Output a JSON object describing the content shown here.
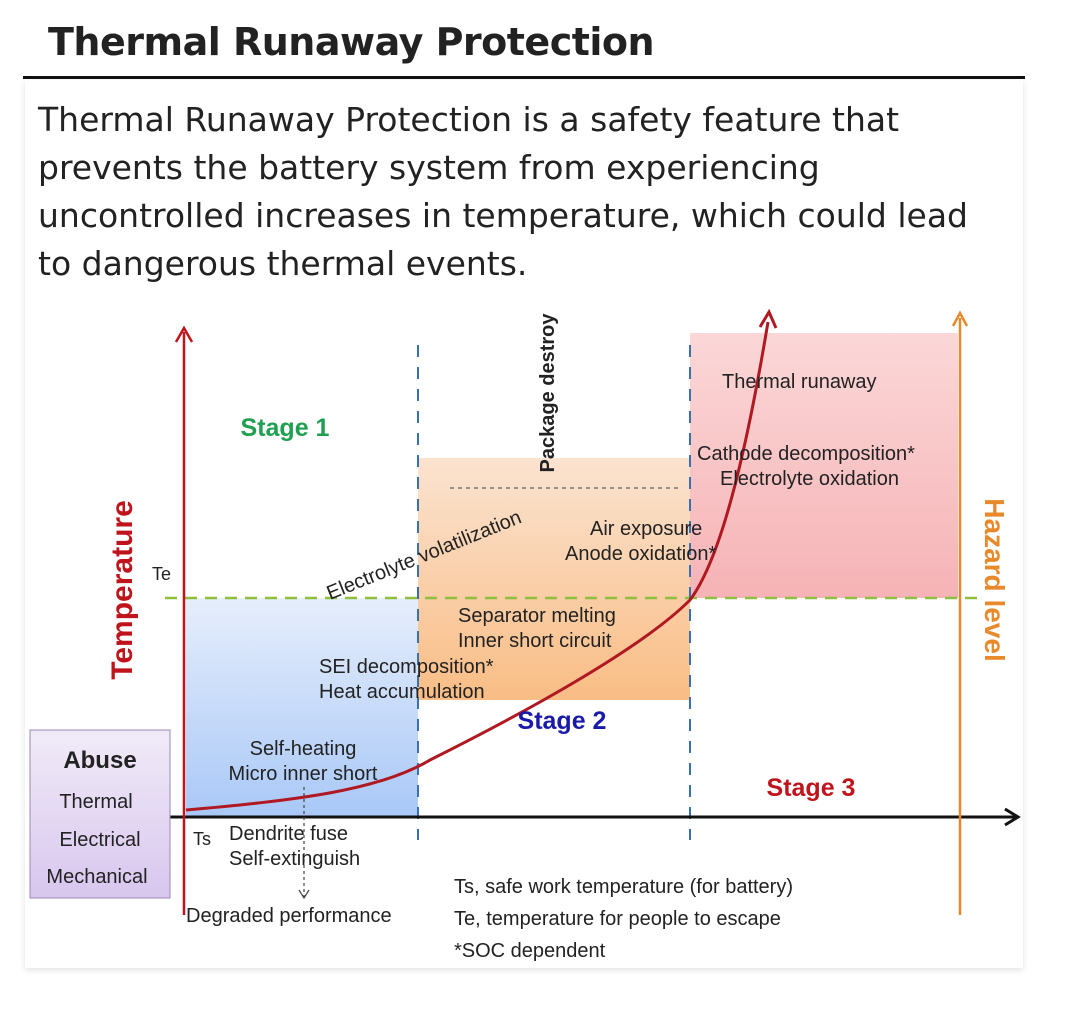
{
  "header": {
    "title": "Thermal Runaway Protection"
  },
  "description": "Thermal Runaway Protection is a safety feature that prevents the battery system from experiencing uncontrolled increases in temperature, which could lead to dangerous thermal events.",
  "diagram": {
    "y_axis_label": "Temperature",
    "right_axis_label": "Hazard level",
    "te_label": "Te",
    "ts_label": "Ts",
    "package_destroy": "Package destroy",
    "stages": {
      "stage1": "Stage 1",
      "stage2": "Stage 2",
      "stage3": "Stage 3"
    },
    "stage1_events": [
      "Self-heating",
      "Micro inner short"
    ],
    "below_axis": [
      "Dendrite fuse",
      "Self-extinguish",
      "Degraded performance"
    ],
    "stage2_events": [
      "SEI decomposition*",
      "Heat accumulation",
      "Separator melting",
      "Inner short circuit",
      "Electrolyte volatilization",
      "Air exposure",
      "Anode oxidation*"
    ],
    "stage3_events": [
      "Thermal runaway",
      "Cathode decomposition*",
      "Electrolyte oxidation"
    ],
    "abuse": {
      "title": "Abuse",
      "types": [
        "Thermal",
        "Electrical",
        "Mechanical"
      ]
    },
    "legend": [
      "Ts, safe work temperature (for battery)",
      "Te, temperature for people to escape",
      "*SOC dependent"
    ],
    "colors": {
      "temperature": "#c0141c",
      "hazard": "#e8892b",
      "stage1": "#1fa050",
      "stage2": "#1a1aa8",
      "stage3": "#c0141c",
      "te_line": "#8fbf3f",
      "stage_divider": "#3a6fb0"
    }
  }
}
